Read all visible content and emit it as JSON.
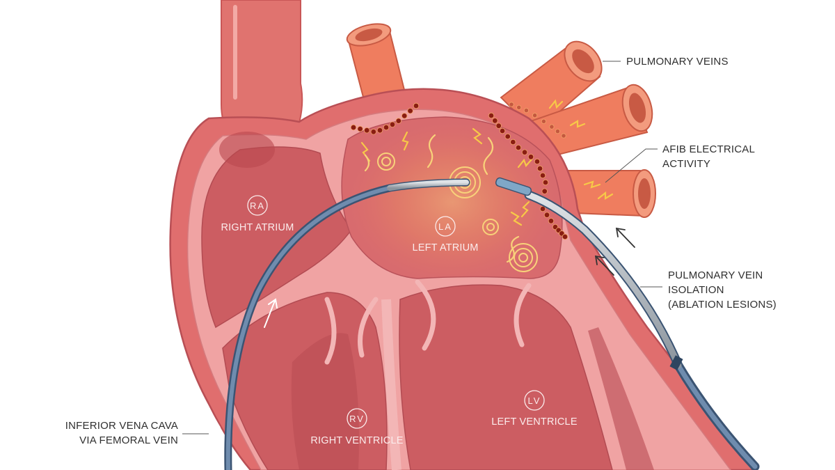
{
  "labels": {
    "pulmonary_veins": "PULMONARY VEINS",
    "afib_line1": "AFIB ELECTRICAL",
    "afib_line2": "ACTIVITY",
    "pvi_line1": "PULMONARY VEIN",
    "pvi_line2": "ISOLATION",
    "pvi_line3": "(ABLATION LESIONS)",
    "ivc_line1": "INFERIOR VENA CAVA",
    "ivc_line2": "VIA FEMORAL VEIN"
  },
  "chambers": {
    "ra": {
      "abbr": "RA",
      "name": "RIGHT ATRIUM"
    },
    "la": {
      "abbr": "LA",
      "name": "LEFT ATRIUM"
    },
    "rv": {
      "abbr": "RV",
      "name": "RIGHT VENTRICLE"
    },
    "lv": {
      "abbr": "LV",
      "name": "LEFT VENTRICLE"
    }
  },
  "colors": {
    "heart_outer": "#e06e6e",
    "heart_wall": "#f0a3a3",
    "chamber": "#cc5d62",
    "vein": "#ef7d5f",
    "catheter_blue": "#5b7898",
    "catheter_grey": "#9aa3ad",
    "lesion": "#8a1d12",
    "spark": "#f7c948"
  }
}
